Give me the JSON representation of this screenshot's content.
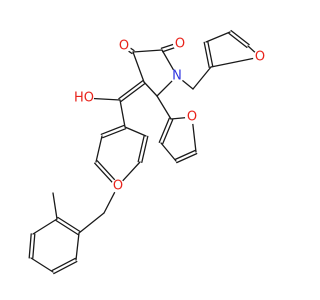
{
  "colors": {
    "background": "#ffffff",
    "bond": "#1a1a1a",
    "oxygen": "#e8231b",
    "nitrogen": "#2f35e0"
  },
  "atoms": {
    "o_ketone": {
      "label": "O",
      "element": "oxygen"
    },
    "o_amide": {
      "label": "O",
      "element": "oxygen"
    },
    "n_ring": {
      "label": "N",
      "element": "nitrogen"
    },
    "o_furan_upper": {
      "label": "O",
      "element": "oxygen"
    },
    "o_furan_lower": {
      "label": "O",
      "element": "oxygen"
    },
    "o_hydroxyl": {
      "label": "HO",
      "element": "oxygen"
    },
    "o_ether": {
      "label": "O",
      "element": "oxygen"
    }
  }
}
